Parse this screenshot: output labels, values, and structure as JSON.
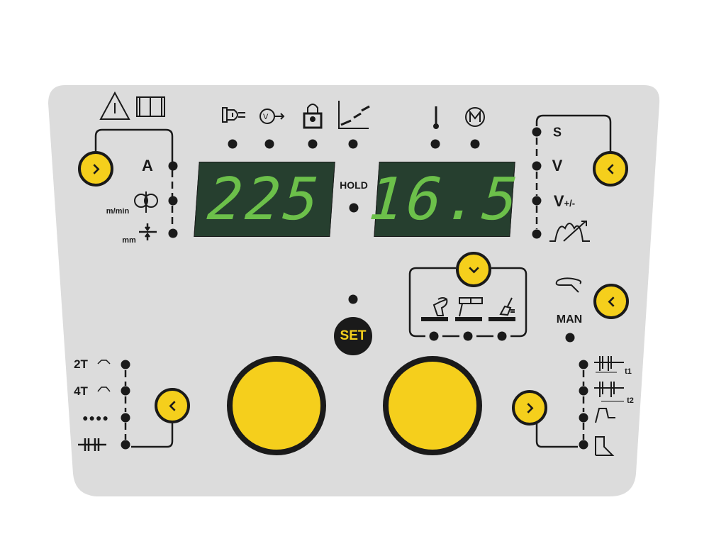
{
  "colors": {
    "panel": "#dcdcdc",
    "accent": "#f5cf1c",
    "display_bg": "#263f2f",
    "display_fg": "#6cc04a",
    "ink": "#1a1a1a"
  },
  "displays": {
    "left_value": "225",
    "right_value": "16.5",
    "hold_label": "HOLD"
  },
  "left_params": {
    "amps": "A",
    "wire_speed_unit": "m/min",
    "thickness_unit": "mm"
  },
  "right_params": {
    "seconds": "S",
    "volts": "V",
    "volts_correction": "V",
    "volts_correction_sub": "+/-"
  },
  "mode": {
    "man_label": "MAN",
    "set_label": "SET"
  },
  "trigger_modes": {
    "two_t": "2T",
    "four_t": "4T",
    "dots": "●●●●"
  },
  "spot_labels": {
    "t1": "t1",
    "t2": "t2"
  },
  "icons": [
    "warning-icon",
    "manual-icon",
    "plug-icon",
    "voltage-reduction-icon",
    "lock-icon",
    "slope-icon",
    "thermometer-icon",
    "motor-icon",
    "wire-spool-icon",
    "thickness-icon",
    "arc-dynamics-icon",
    "mig-torch-icon",
    "tig-icon",
    "mma-electrode-icon",
    "hand-icon"
  ]
}
